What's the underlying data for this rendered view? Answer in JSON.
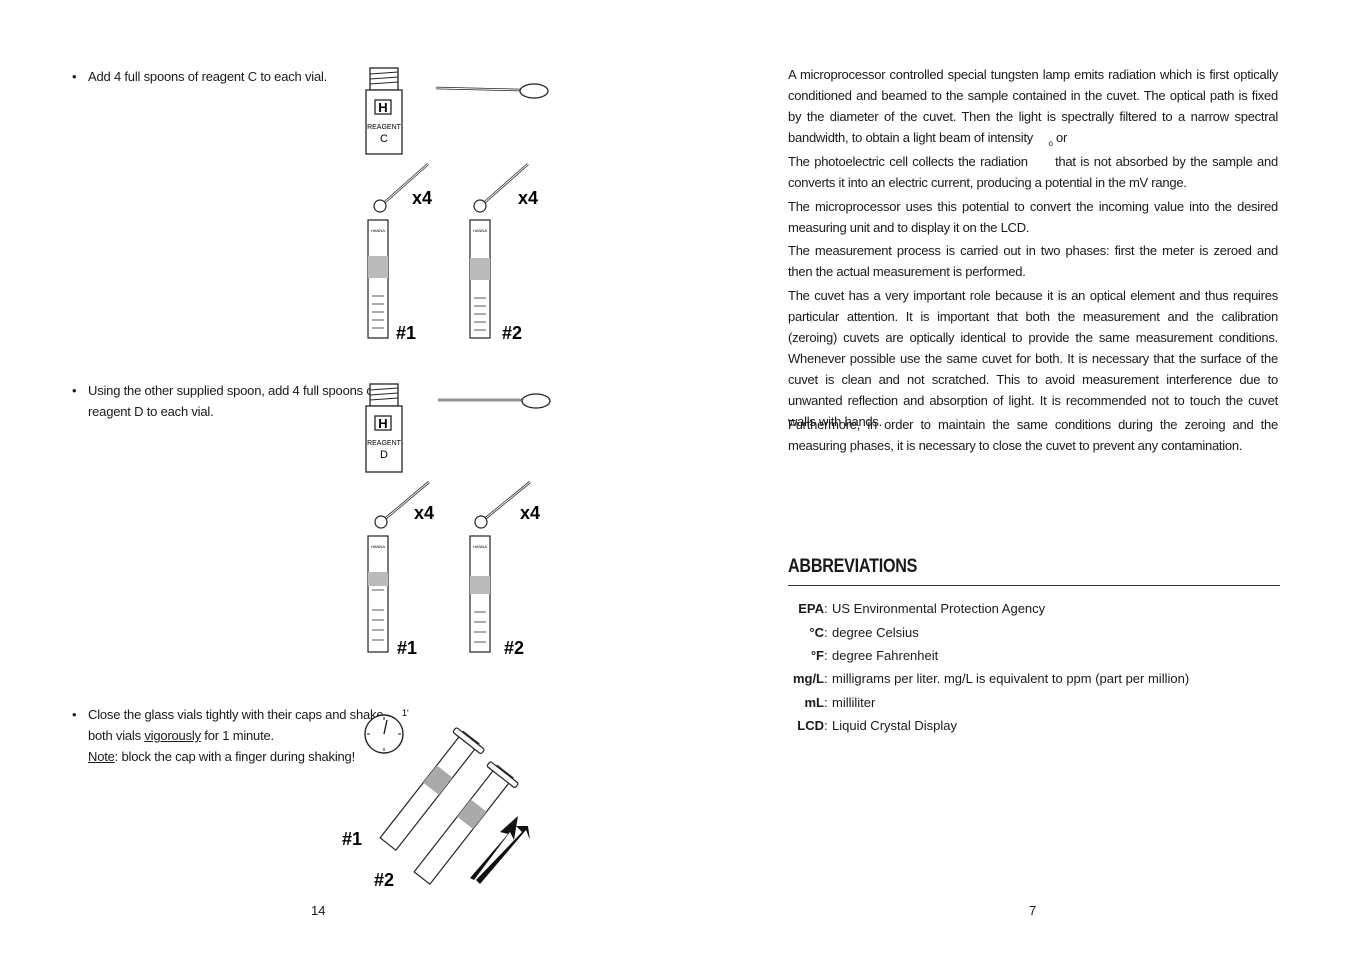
{
  "left_page": {
    "steps": [
      {
        "bullet": "•",
        "text_a": "Add 4 full spoons of reagent ",
        "reagent": "C",
        "text_b": " to each vial."
      },
      {
        "bullet": "•",
        "line1": "Using the other supplied spoon, add 4 full spoons of",
        "line2_a": "reagent ",
        "reagent": "D",
        "line2_b": " to each vial."
      },
      {
        "bullet": "•",
        "line1": "Close the glass vials tightly with their caps and shake",
        "line2_a": "both vials ",
        "underlined": "vigorously",
        "line2_b": " for 1 minute.",
        "note_label": "Note",
        "note_text": ": block the cap with a finger during shaking!"
      }
    ],
    "figures": {
      "bottle_c": {
        "brand": "H",
        "label": "REAGENT",
        "letter": "C"
      },
      "bottle_d": {
        "brand": "H",
        "label": "REAGENT",
        "letter": "D"
      },
      "multiplier": "x4",
      "vial1": "#1",
      "vial2": "#2",
      "timer": "1'",
      "vial_brand": "HANNA"
    },
    "page_number": "14"
  },
  "right_page": {
    "paragraphs": [
      "A microprocessor controlled special tungsten lamp emits radiation which is first optically conditioned and beamed to the sample contained in the cuvet. The optical path is fixed by the diameter of the cuvet. Then the light is spectrally filtered to a narrow spectral bandwidth, to obtain a light beam of intensity",
      "The photoelectric cell collects the radiation",
      "that is not absorbed by the sample and converts it into an electric current, producing a potential in the mV range.",
      "The microprocessor uses this potential to convert the incoming value into the desired measuring unit and to display it on the LCD.",
      "The measurement process is carried out in two phases: first the meter is zeroed and then the actual measurement is performed.",
      "The cuvet has a very important role because it is an optical element and thus requires particular attention. It is important that both the measurement and the calibration (zeroing) cuvets are optically identical to provide the same measurement conditions. Whenever possible use the same cuvet for both. It is necessary that the surface of the cuvet is clean and not scratched. This to avoid measurement interference due to unwanted reflection and absorption of light. It is recommended not to touch the cuvet walls with hands.",
      "Furthermore, in order to maintain the same conditions during the zeroing and the measuring phases, it is necessary to close the cuvet to prevent any contamination."
    ],
    "intensity_sub": "o",
    "intensity_or": "or",
    "heading": "ABBREVIATIONS",
    "abbreviations": [
      {
        "key": "EPA",
        "value": "US Environmental Protection Agency"
      },
      {
        "key": "°C",
        "value": "degree Celsius"
      },
      {
        "key": "°F",
        "value": "degree Fahrenheit"
      },
      {
        "key": "mg/L",
        "value": "milligrams per liter. mg/L is equivalent to ppm (part per million)"
      },
      {
        "key": "mL",
        "value": "milliliter"
      },
      {
        "key": "LCD",
        "value": "Liquid Crystal Display"
      }
    ],
    "page_number": "7"
  }
}
